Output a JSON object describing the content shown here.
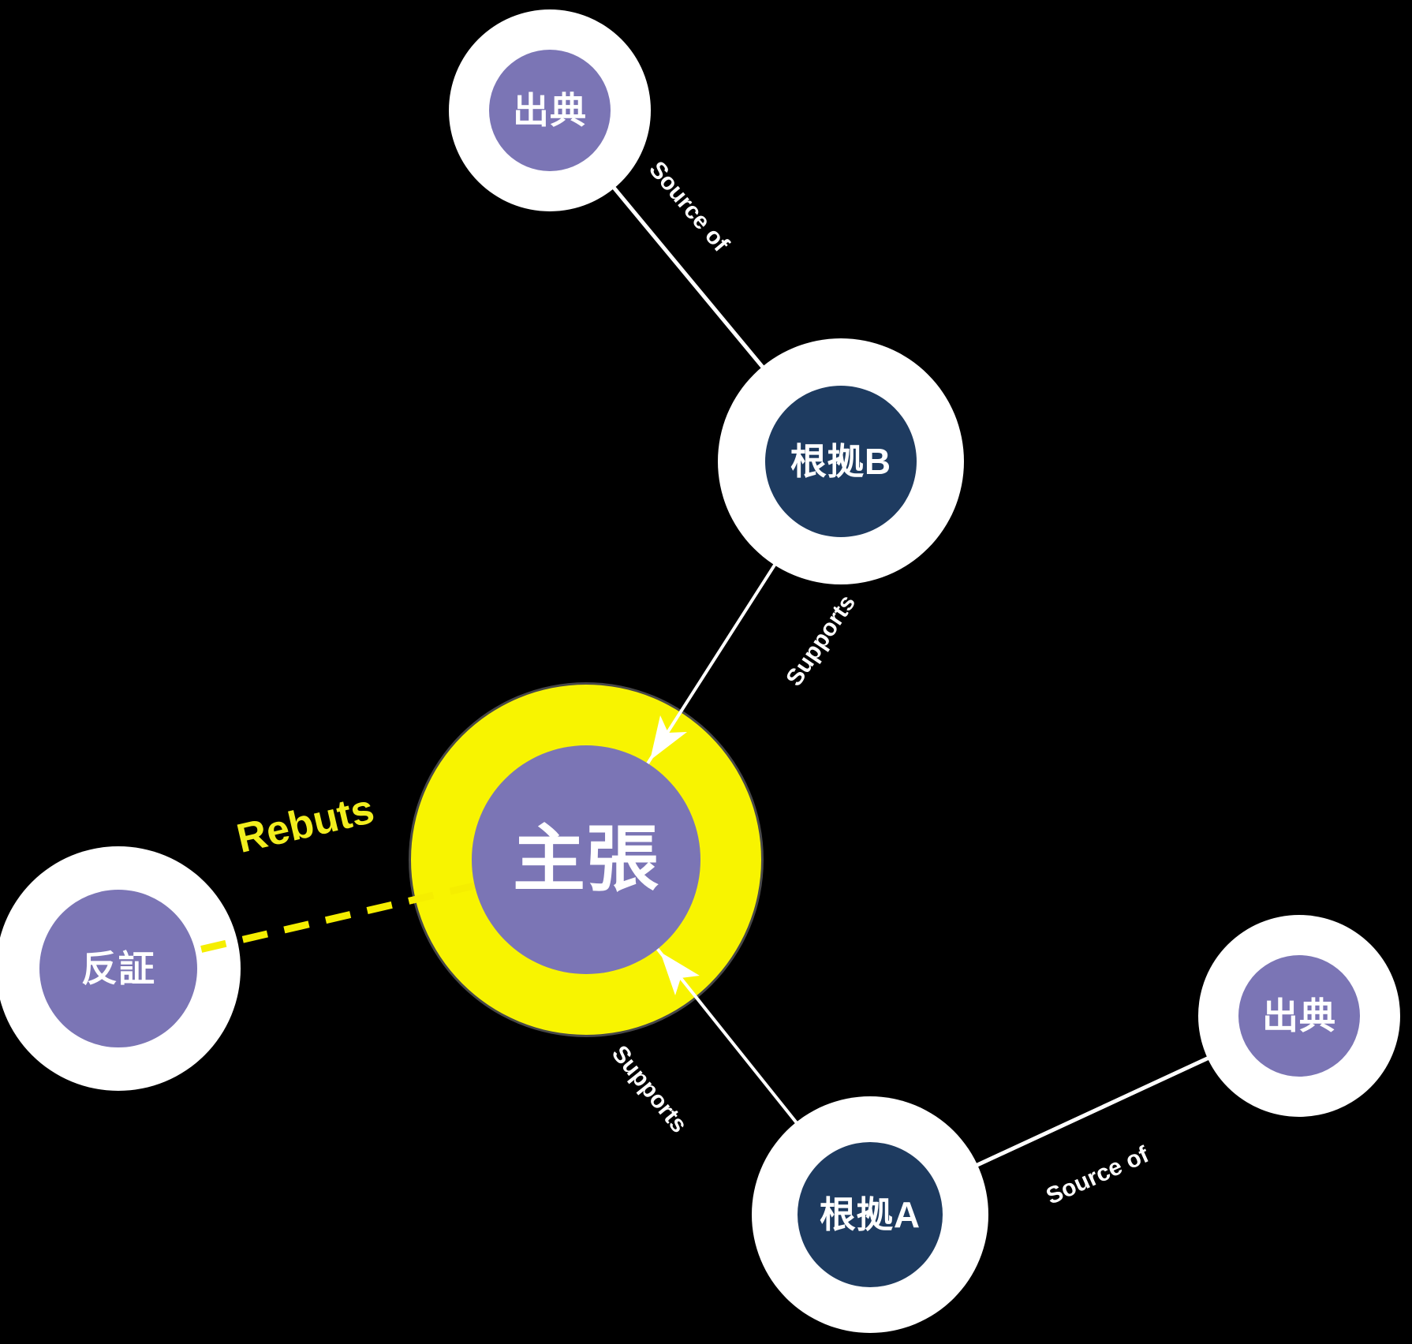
{
  "diagram": {
    "title": "argument-map-graph",
    "background_color": "#000000",
    "colors": {
      "node_purple": "#7b75b5",
      "node_navy": "#1e3b60",
      "halo_white": "#ffffff",
      "claim_halo_yellow": "#f8f400",
      "rebuts_edge_yellow": "#f5ee00",
      "rebuts_label_yellow": "#f2ee1e",
      "edge_white": "#ffffff",
      "label_white": "#ffffff"
    },
    "nodes": [
      {
        "id": "source-top",
        "label": "出典",
        "type": "source",
        "color": "#7b75b5"
      },
      {
        "id": "evidence-b",
        "label": "根拠B",
        "type": "evidence",
        "color": "#1e3b60"
      },
      {
        "id": "claim",
        "label": "主張",
        "type": "claim",
        "color": "#7b75b5",
        "highlight": "#f8f400"
      },
      {
        "id": "rebuttal",
        "label": "反証",
        "type": "rebuttal",
        "color": "#7b75b5"
      },
      {
        "id": "evidence-a",
        "label": "根拠A",
        "type": "evidence",
        "color": "#1e3b60"
      },
      {
        "id": "source-right",
        "label": "出典",
        "type": "source",
        "color": "#7b75b5"
      }
    ],
    "edges": [
      {
        "from": "source-top",
        "to": "evidence-b",
        "label": "Source of",
        "style": "solid-white"
      },
      {
        "from": "evidence-b",
        "to": "claim",
        "label": "Supports",
        "style": "solid-white-arrow"
      },
      {
        "from": "rebuttal",
        "to": "claim",
        "label": "Rebuts",
        "style": "dashed-yellow"
      },
      {
        "from": "evidence-a",
        "to": "claim",
        "label": "Supports",
        "style": "solid-white-arrow"
      },
      {
        "from": "evidence-a",
        "to": "source-right",
        "label": "Source of",
        "style": "solid-white"
      }
    ]
  }
}
